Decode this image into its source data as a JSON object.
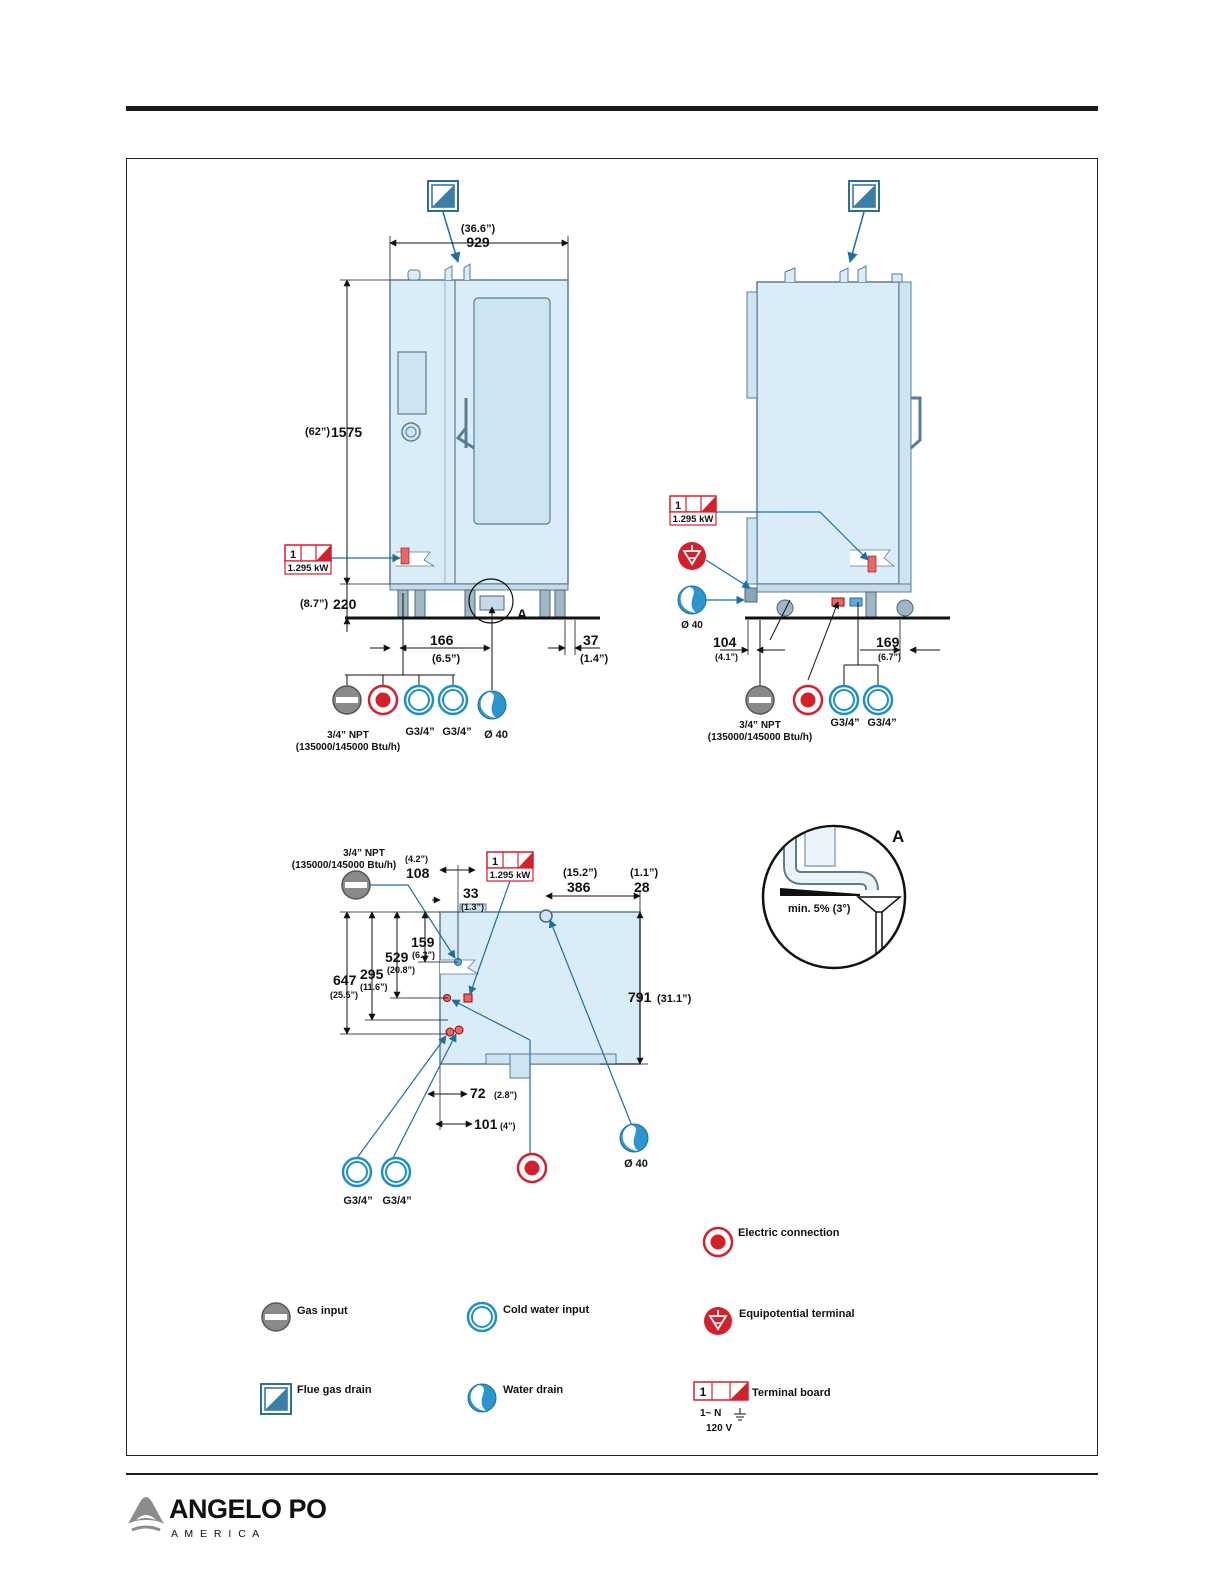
{
  "front_view": {
    "width_in": "(36.6”)",
    "width_mm": "929",
    "height_in": "(62”)",
    "height_mm": "1575",
    "leg_in": "(8.7”)",
    "leg_mm": "220",
    "d166": "166",
    "d166_in": "(6.5”)",
    "d37": "37",
    "d37_in": "(1.4”)",
    "detail_label": "A",
    "terminal_num": "1",
    "terminal_kw": "1.295 kW",
    "gas_spec": "3/4” NPT",
    "gas_btu": "(135000/145000 Btu/h)",
    "water1": "G3/4”",
    "water2": "G3/4”",
    "drain": "Ø 40"
  },
  "side_view": {
    "terminal_num": "1",
    "terminal_kw": "1.295 kW",
    "drain": "Ø 40",
    "d104": "104",
    "d104_in": "(4.1”)",
    "d169": "169",
    "d169_in": "(6.7”)",
    "gas_spec": "3/4” NPT",
    "gas_btu": "(135000/145000 Btu/h)",
    "water1": "G3/4”",
    "water2": "G3/4”"
  },
  "top_view": {
    "gas_spec": "3/4” NPT",
    "gas_btu": "(135000/145000 Btu/h)",
    "d108_in": "(4.2”)",
    "d108": "108",
    "terminal_num": "1",
    "terminal_kw": "1.295 kW",
    "d386_in": "(15.2”)",
    "d386": "386",
    "d28_in": "(1.1”)",
    "d28": "28",
    "d33": "33",
    "d33_in": "(1.3”)",
    "d159": "159",
    "d159_in": "(6.3”)",
    "d529": "529",
    "d529_in": "(20.8”)",
    "d295": "295",
    "d295_in": "(11.6”)",
    "d647": "647",
    "d647_in": "(25.5”)",
    "d791": "791",
    "d791_in": "(31.1”)",
    "d72": "72",
    "d72_in": "(2.8”)",
    "d101": "101",
    "d101_in": "(4”)",
    "water1": "G3/4”",
    "water2": "G3/4”",
    "drain": "Ø 40"
  },
  "detail_a": {
    "label": "A",
    "slope": "min. 5% (3°)"
  },
  "legend": {
    "electric": "Electric connection",
    "gas": "Gas input",
    "cold_water": "Cold water input",
    "equipotential": "Equipotential terminal",
    "flue": "Flue gas drain",
    "water_drain": "Water drain",
    "terminal": "Terminal board",
    "terminal_num": "1",
    "phase": "1~ N",
    "voltage": "120 V"
  },
  "logo": {
    "brand": "ANGELO PO",
    "sub": "A M E R I C A"
  },
  "colors": {
    "gas": "#888888",
    "electric": "#d4202b",
    "water": "#1e8fc8",
    "flue": "#3a7fa6",
    "body": "#d9ecf7"
  }
}
